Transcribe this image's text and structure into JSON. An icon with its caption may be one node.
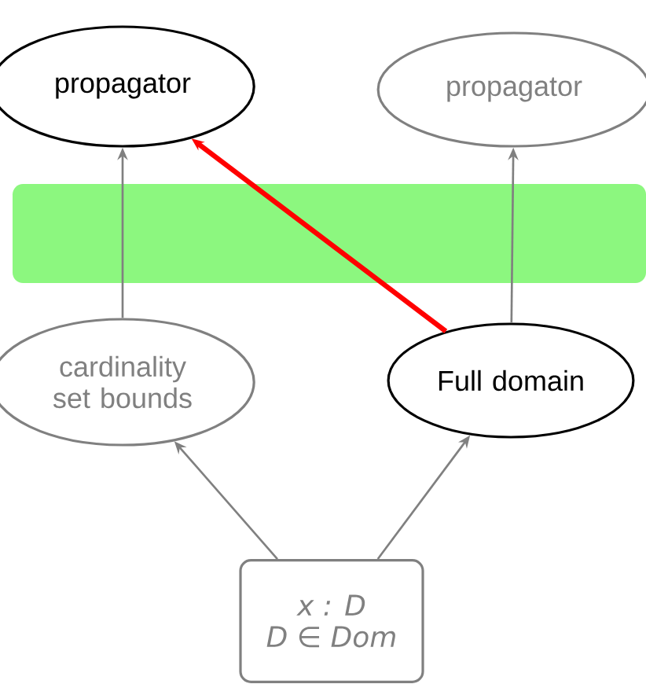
{
  "diagram": {
    "nodes": [
      {
        "text": [
          "propagator"
        ]
      },
      {
        "text": [
          "propagator"
        ]
      },
      {
        "text": [
          "cardinality set bounds"
        ]
      },
      {
        "text": [
          "Full domain"
        ]
      },
      {
        "text": [
          "x : D",
          "D ∈ Dom"
        ]
      }
    ],
    "edges": [
      {
        "from": 4,
        "to": 2,
        "arrow": "to"
      },
      {
        "from": 4,
        "to": 3,
        "arrow": "to"
      },
      {
        "from": 2,
        "to": 0,
        "arrow": "to"
      },
      {
        "from": 3,
        "to": 1,
        "arrow": "to"
      },
      {
        "from": 3,
        "to": 0,
        "arrow": "to",
        "style": "thick",
        "color": "#ff0000"
      }
    ]
  }
}
